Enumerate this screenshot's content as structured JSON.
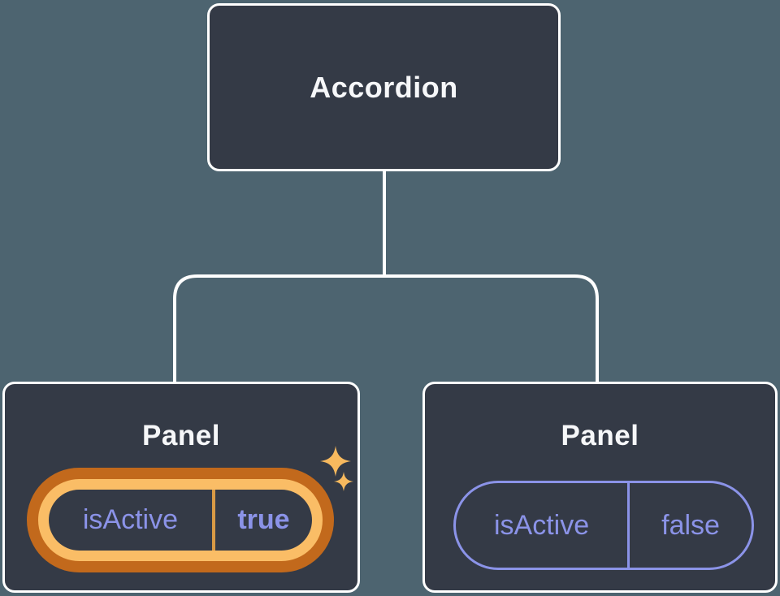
{
  "colors": {
    "background": "#4d6470",
    "node_fill": "#343a46",
    "node_border": "#ffffff",
    "title_text": "#f6f7f9",
    "state_text": "#8b93e8",
    "highlight_outer": "#c2691c",
    "highlight_inner": "#fabd66",
    "highlight_divider": "#d99a45",
    "sparkle": "#f7b95e"
  },
  "tree": {
    "root": {
      "label": "Accordion"
    },
    "panels": [
      {
        "title": "Panel",
        "prop_name": "isActive",
        "prop_value": "true",
        "highlighted": true
      },
      {
        "title": "Panel",
        "prop_name": "isActive",
        "prop_value": "false",
        "highlighted": false
      }
    ]
  }
}
